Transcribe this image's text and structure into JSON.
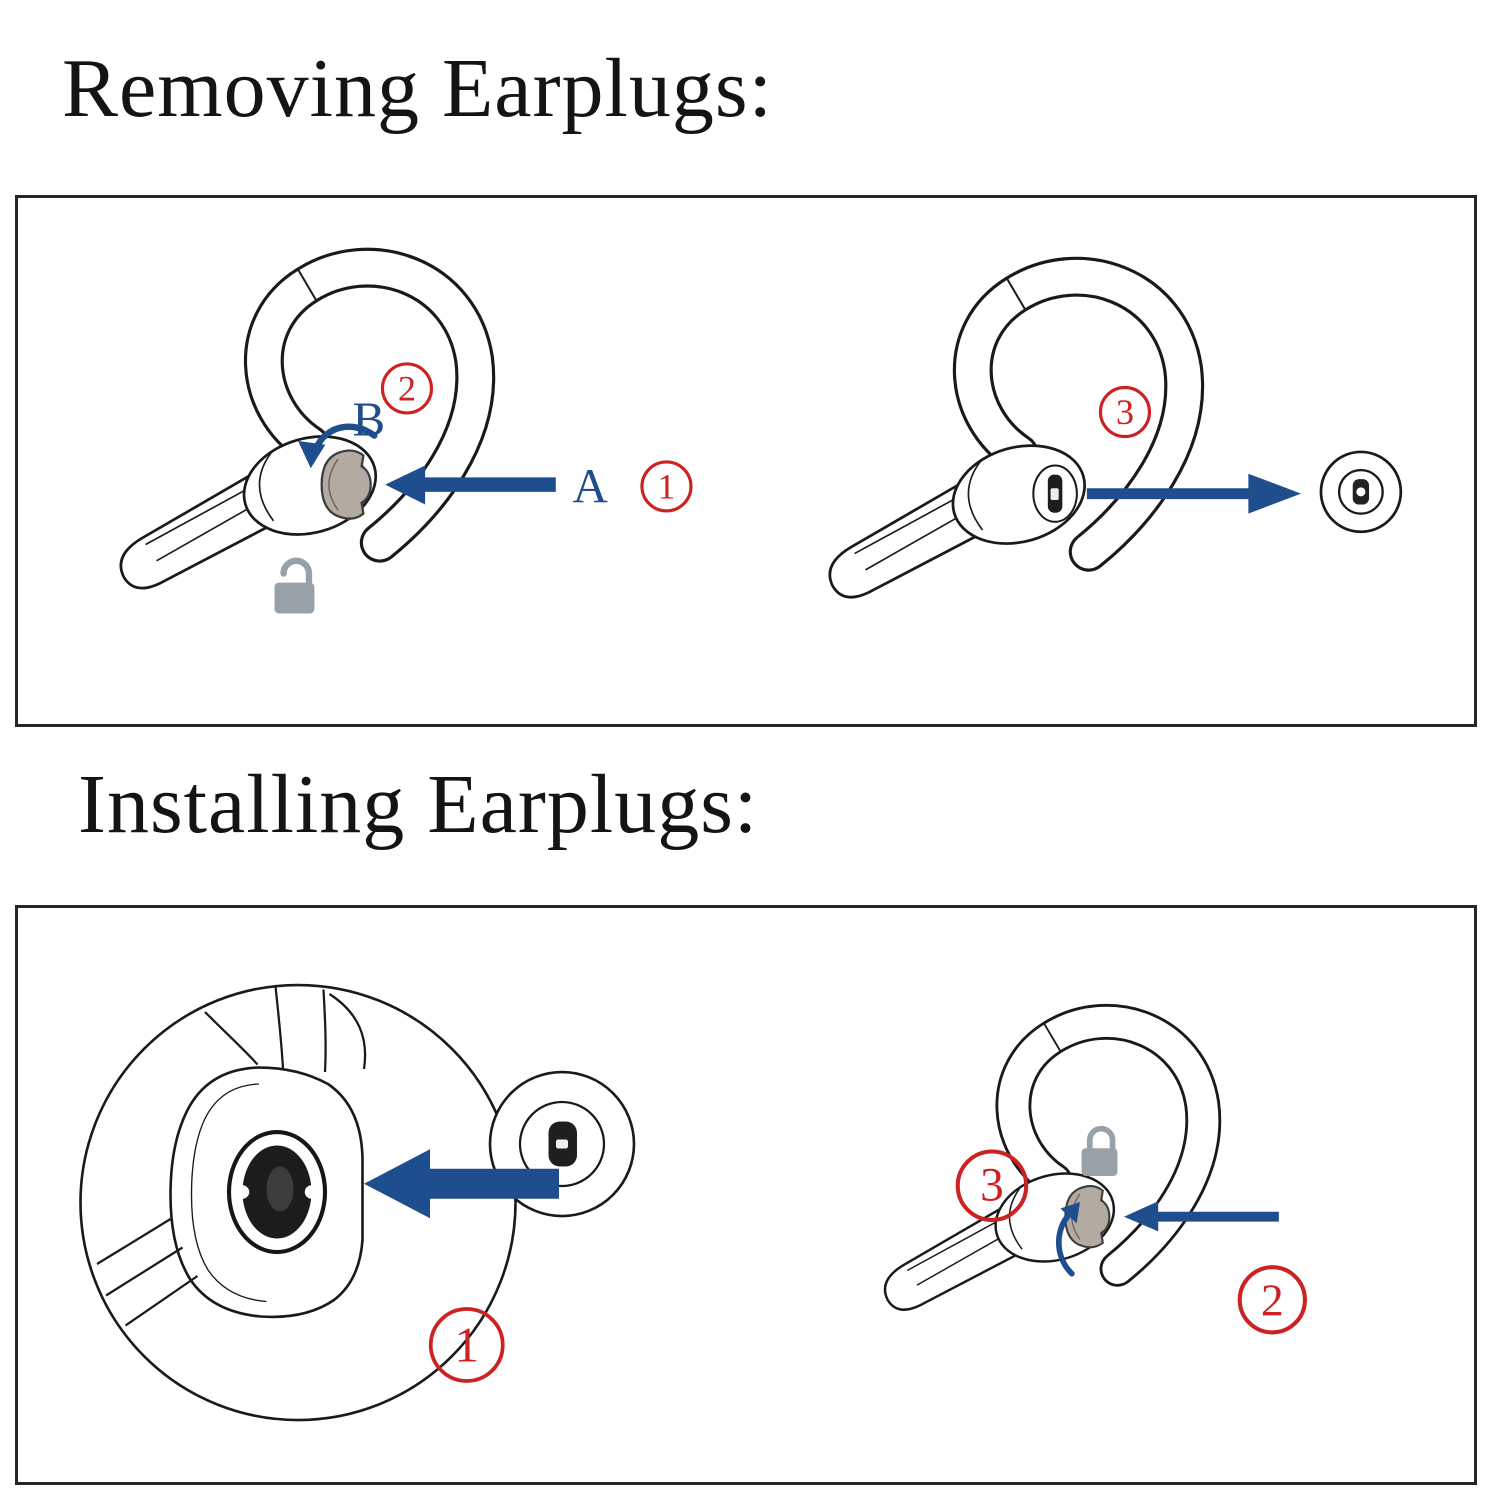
{
  "colors": {
    "arrow_blue": "#1f4e8e",
    "step_red": "#cc2222",
    "lock_gray": "#98a0a8",
    "plug_gray": "#b3aaa2",
    "ink": "#1a1a1a"
  },
  "icons": {
    "unlock": "unlock-padlock",
    "lock": "lock-padlock",
    "straight_arrow": "direction-arrow",
    "curved_arrow": "rotate-arrow"
  },
  "removing": {
    "title": "Removing Earplugs:",
    "label_a": "A",
    "label_b": "B",
    "step1": "1",
    "step2": "2",
    "step3": "3"
  },
  "installing": {
    "title": "Installing Earplugs:",
    "step1": "1",
    "step2": "2",
    "step3": "3"
  }
}
